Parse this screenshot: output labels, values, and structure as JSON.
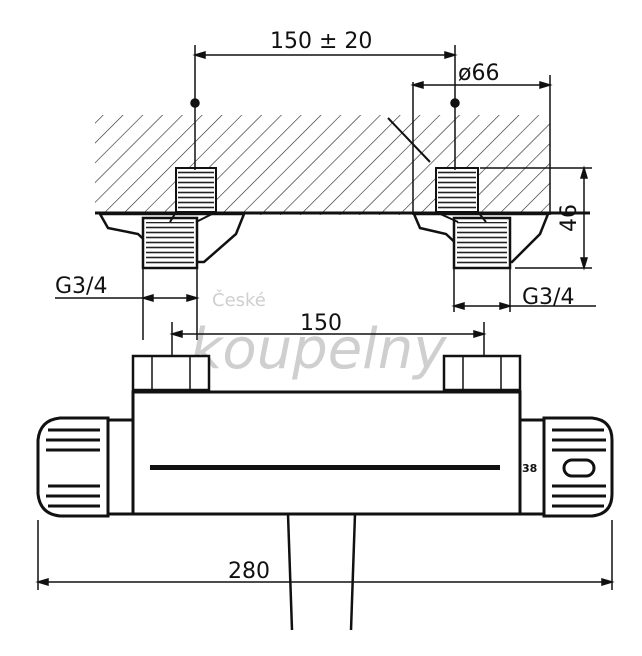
{
  "dimensions": {
    "top_spacing": "150 ± 20",
    "diameter": "ø66",
    "height": "46",
    "thread_left": "G3/4",
    "thread_right": "G3/4",
    "inlet_spacing": "150",
    "overall_length": "280"
  },
  "temperature_marking": "38",
  "watermark": {
    "line1": "České",
    "line2": "koupelny"
  }
}
